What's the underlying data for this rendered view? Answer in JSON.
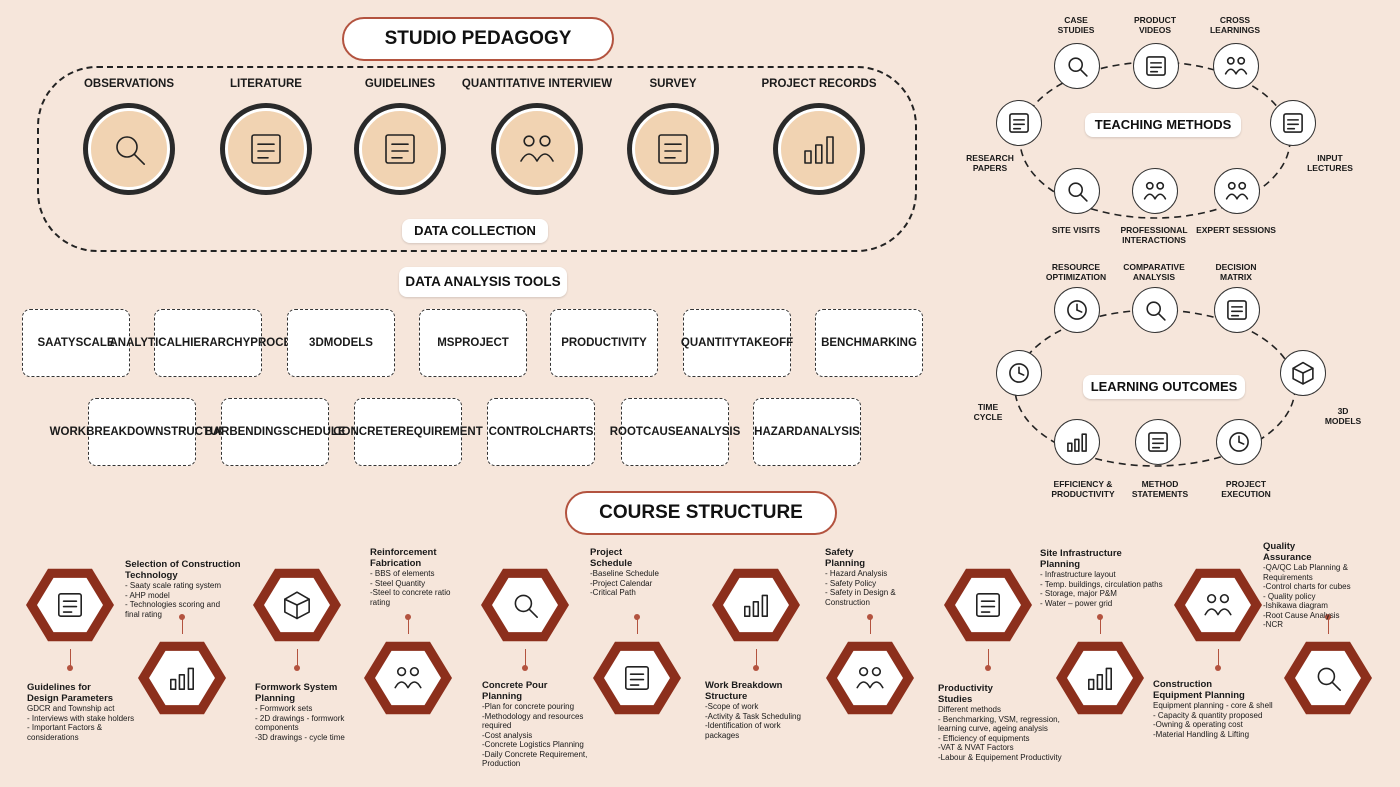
{
  "colors": {
    "accent": "#b3533f",
    "hex_dark": "#8c2f1c",
    "background": "#f6e6db",
    "circle_fill": "#f1d3b2"
  },
  "studio_title": "STUDIO PEDAGOGY",
  "data_collection": {
    "label": "DATA COLLECTION",
    "items": [
      {
        "label": "OBSERVATIONS",
        "icon": "eye-analysis-icon"
      },
      {
        "label": "LITERATURE",
        "icon": "book-search-icon"
      },
      {
        "label": "GUIDELINES",
        "icon": "clipboard-list-icon"
      },
      {
        "label": "QUANTITATIVE INTERVIEW",
        "icon": "interview-icon"
      },
      {
        "label": "SURVEY",
        "icon": "survey-icon"
      },
      {
        "label": "PROJECT RECORDS",
        "icon": "records-chart-icon"
      }
    ]
  },
  "analysis_tools": {
    "title": "DATA ANALYSIS TOOLS",
    "row1": [
      "SAATY\nSCALE",
      "ANALYTICAL\nHIERARCHY\nPROCESS",
      "3D\nMODELS",
      "MS\nPROJECT",
      "PRODUCTIVITY",
      "QUANTITY\nTAKEOFF",
      "BENCH\nMARKING"
    ],
    "row2": [
      "WORK\nBREAKDOWN\nSTRUCTURE",
      "BAR\nBENDING\nSCHEDULE",
      "CONCRETE\nREQUIREMENT",
      "CONTROL\nCHARTS",
      "ROOT\nCAUSE\nANALYSIS",
      "HAZARD\nANALYSIS"
    ]
  },
  "teaching_methods": {
    "title": "TEACHING METHODS",
    "items": [
      {
        "label": "CASE\nSTUDIES",
        "icon": "case-study-icon"
      },
      {
        "label": "PRODUCT\nVIDEOS",
        "icon": "video-icon"
      },
      {
        "label": "CROSS\nLEARNINGS",
        "icon": "group-icon"
      },
      {
        "label": "INPUT\nLECTURES",
        "icon": "lecture-icon"
      },
      {
        "label": "EXPERT SESSIONS",
        "icon": "expert-icon"
      },
      {
        "label": "PROFESSIONAL\nINTERACTIONS",
        "icon": "interaction-icon"
      },
      {
        "label": "SITE VISITS",
        "icon": "location-pin-icon"
      },
      {
        "label": "RESEARCH\nPAPERS",
        "icon": "research-paper-icon"
      }
    ]
  },
  "learning_outcomes": {
    "title": "LEARNING OUTCOMES",
    "items": [
      {
        "label": "RESOURCE\nOPTIMIZATION",
        "icon": "optimization-icon"
      },
      {
        "label": "COMPARATIVE\nANALYSIS",
        "icon": "comparative-icon"
      },
      {
        "label": "DECISION\nMATRIX",
        "icon": "matrix-icon"
      },
      {
        "label": "3D\nMODELS",
        "icon": "cube-3d-icon"
      },
      {
        "label": "PROJECT\nEXECUTION",
        "icon": "gears-icon"
      },
      {
        "label": "METHOD\nSTATEMENTS",
        "icon": "document-icon"
      },
      {
        "label": "EFFICIENCY &\nPRODUCTIVITY",
        "icon": "efficiency-icon"
      },
      {
        "label": "TIME\nCYCLE",
        "icon": "clock-icon"
      }
    ]
  },
  "course_title": "COURSE STRUCTURE",
  "course": [
    {
      "title": "Guidelines for\nDesign Parameters",
      "desc": "GDCR and Township act\n- Interviews with stake holders\n- Important Factors &\nconsiderations",
      "icon": "settings-panel-icon"
    },
    {
      "title": "Selection of Construction\nTechnology",
      "desc": "- Saaty scale rating system\n- AHP model\n- Technologies scoring and\nfinal rating",
      "icon": "tower-crane-icon"
    },
    {
      "title": "Formwork System\nPlanning",
      "desc": "- Formwork sets\n- 2D drawings - formwork\ncomponents\n-3D drawings - cycle time",
      "icon": "layers-icon"
    },
    {
      "title": "Reinforcement\nFabrication",
      "desc": "- BBS of elements\n- Steel Quantity\n-Steel to concrete ratio\nrating",
      "icon": "rebar-worker-icon"
    },
    {
      "title": "Concrete Pour\nPlanning",
      "desc": "-Plan for concrete pouring\n-Methodology and resources\nrequired\n-Cost analysis\n-Concrete Logistics Planning\n-Daily Concrete Requirement,\nProduction",
      "icon": "concrete-pour-icon"
    },
    {
      "title": "Project\nSchedule",
      "desc": "-Baseline Schedule\n-Project Calendar\n-Critical Path",
      "icon": "calendar-icon"
    },
    {
      "title": "Work     Breakdown\nStructure",
      "desc": "-Scope of work\n-Activity & Task Scheduling\n-Identification of work\npackages",
      "icon": "crane-icon"
    },
    {
      "title": "Safety\nPlanning",
      "desc": "- Hazard Analysis\n- Safety Policy\n- Safety in Design &\nConstruction",
      "icon": "safety-gear-icon"
    },
    {
      "title": "Productivity\nStudies",
      "desc": "Different methods\n- Benchmarking, VSM, regression,\nlearning curve, ageing analysis\n- Efficiency of equipments\n-VAT & NVAT Factors\n-Labour & Equipement Productivity",
      "icon": "blueprint-icon"
    },
    {
      "title": "Site Infrastructure\nPlanning",
      "desc": "- Infrastructure layout\n- Temp. buildings, circulation paths\n- Storage, major P&M\n- Water – power grid",
      "icon": "site-building-icon"
    },
    {
      "title": "Construction\nEquipment Planning",
      "desc": "Equipment planning - core & shell\n- Capacity & quantity proposed\n-Owning & operating cost\n-Material Handling & Lifting",
      "icon": "tools-hand-icon"
    },
    {
      "title": "Quality\nAssurance",
      "desc": "-QA/QC Lab Planning &\nRequirements\n-Control charts for cubes\n- Quality policy\n-Ishikawa diagram\n-Root Cause Analysis\n-NCR",
      "icon": "quality-badge-icon"
    }
  ]
}
